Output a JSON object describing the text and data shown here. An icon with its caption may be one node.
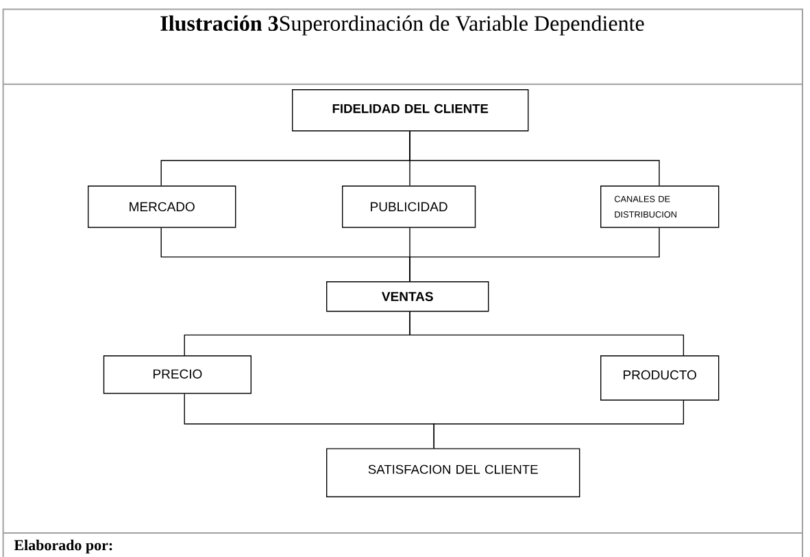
{
  "diagram": {
    "title": "**Ilustración 3**Superordinación de Variable Dependiente",
    "nodes": [
      {
        "text": [
          "FIDELIDAD DEL CLIENTE"
        ]
      },
      {
        "text": [
          "MERCADO"
        ]
      },
      {
        "text": [
          "PUBLICIDAD"
        ]
      },
      {
        "text": [
          "CANALES DE DISTRIBUCION"
        ]
      },
      {
        "text": [
          "VENTAS"
        ]
      },
      {
        "text": [
          "PRECIO"
        ]
      },
      {
        "text": [
          "PRODUCTO"
        ]
      },
      {
        "text": [
          "SATISFACION DEL CLIENTE"
        ]
      }
    ],
    "edges": [
      {
        "from": 0,
        "to": 1,
        "arrow": "none"
      },
      {
        "from": 0,
        "to": 2,
        "arrow": "none"
      },
      {
        "from": 0,
        "to": 3,
        "arrow": "none"
      },
      {
        "from": 1,
        "to": 4,
        "arrow": "none"
      },
      {
        "from": 2,
        "to": 4,
        "arrow": "none"
      },
      {
        "from": 3,
        "to": 4,
        "arrow": "none"
      },
      {
        "from": 4,
        "to": 5,
        "arrow": "none"
      },
      {
        "from": 4,
        "to": 6,
        "arrow": "none"
      },
      {
        "from": 5,
        "to": 7,
        "arrow": "none"
      },
      {
        "from": 6,
        "to": 7,
        "arrow": "none"
      }
    ],
    "labels": [
      "Elaborado por:"
    ]
  }
}
